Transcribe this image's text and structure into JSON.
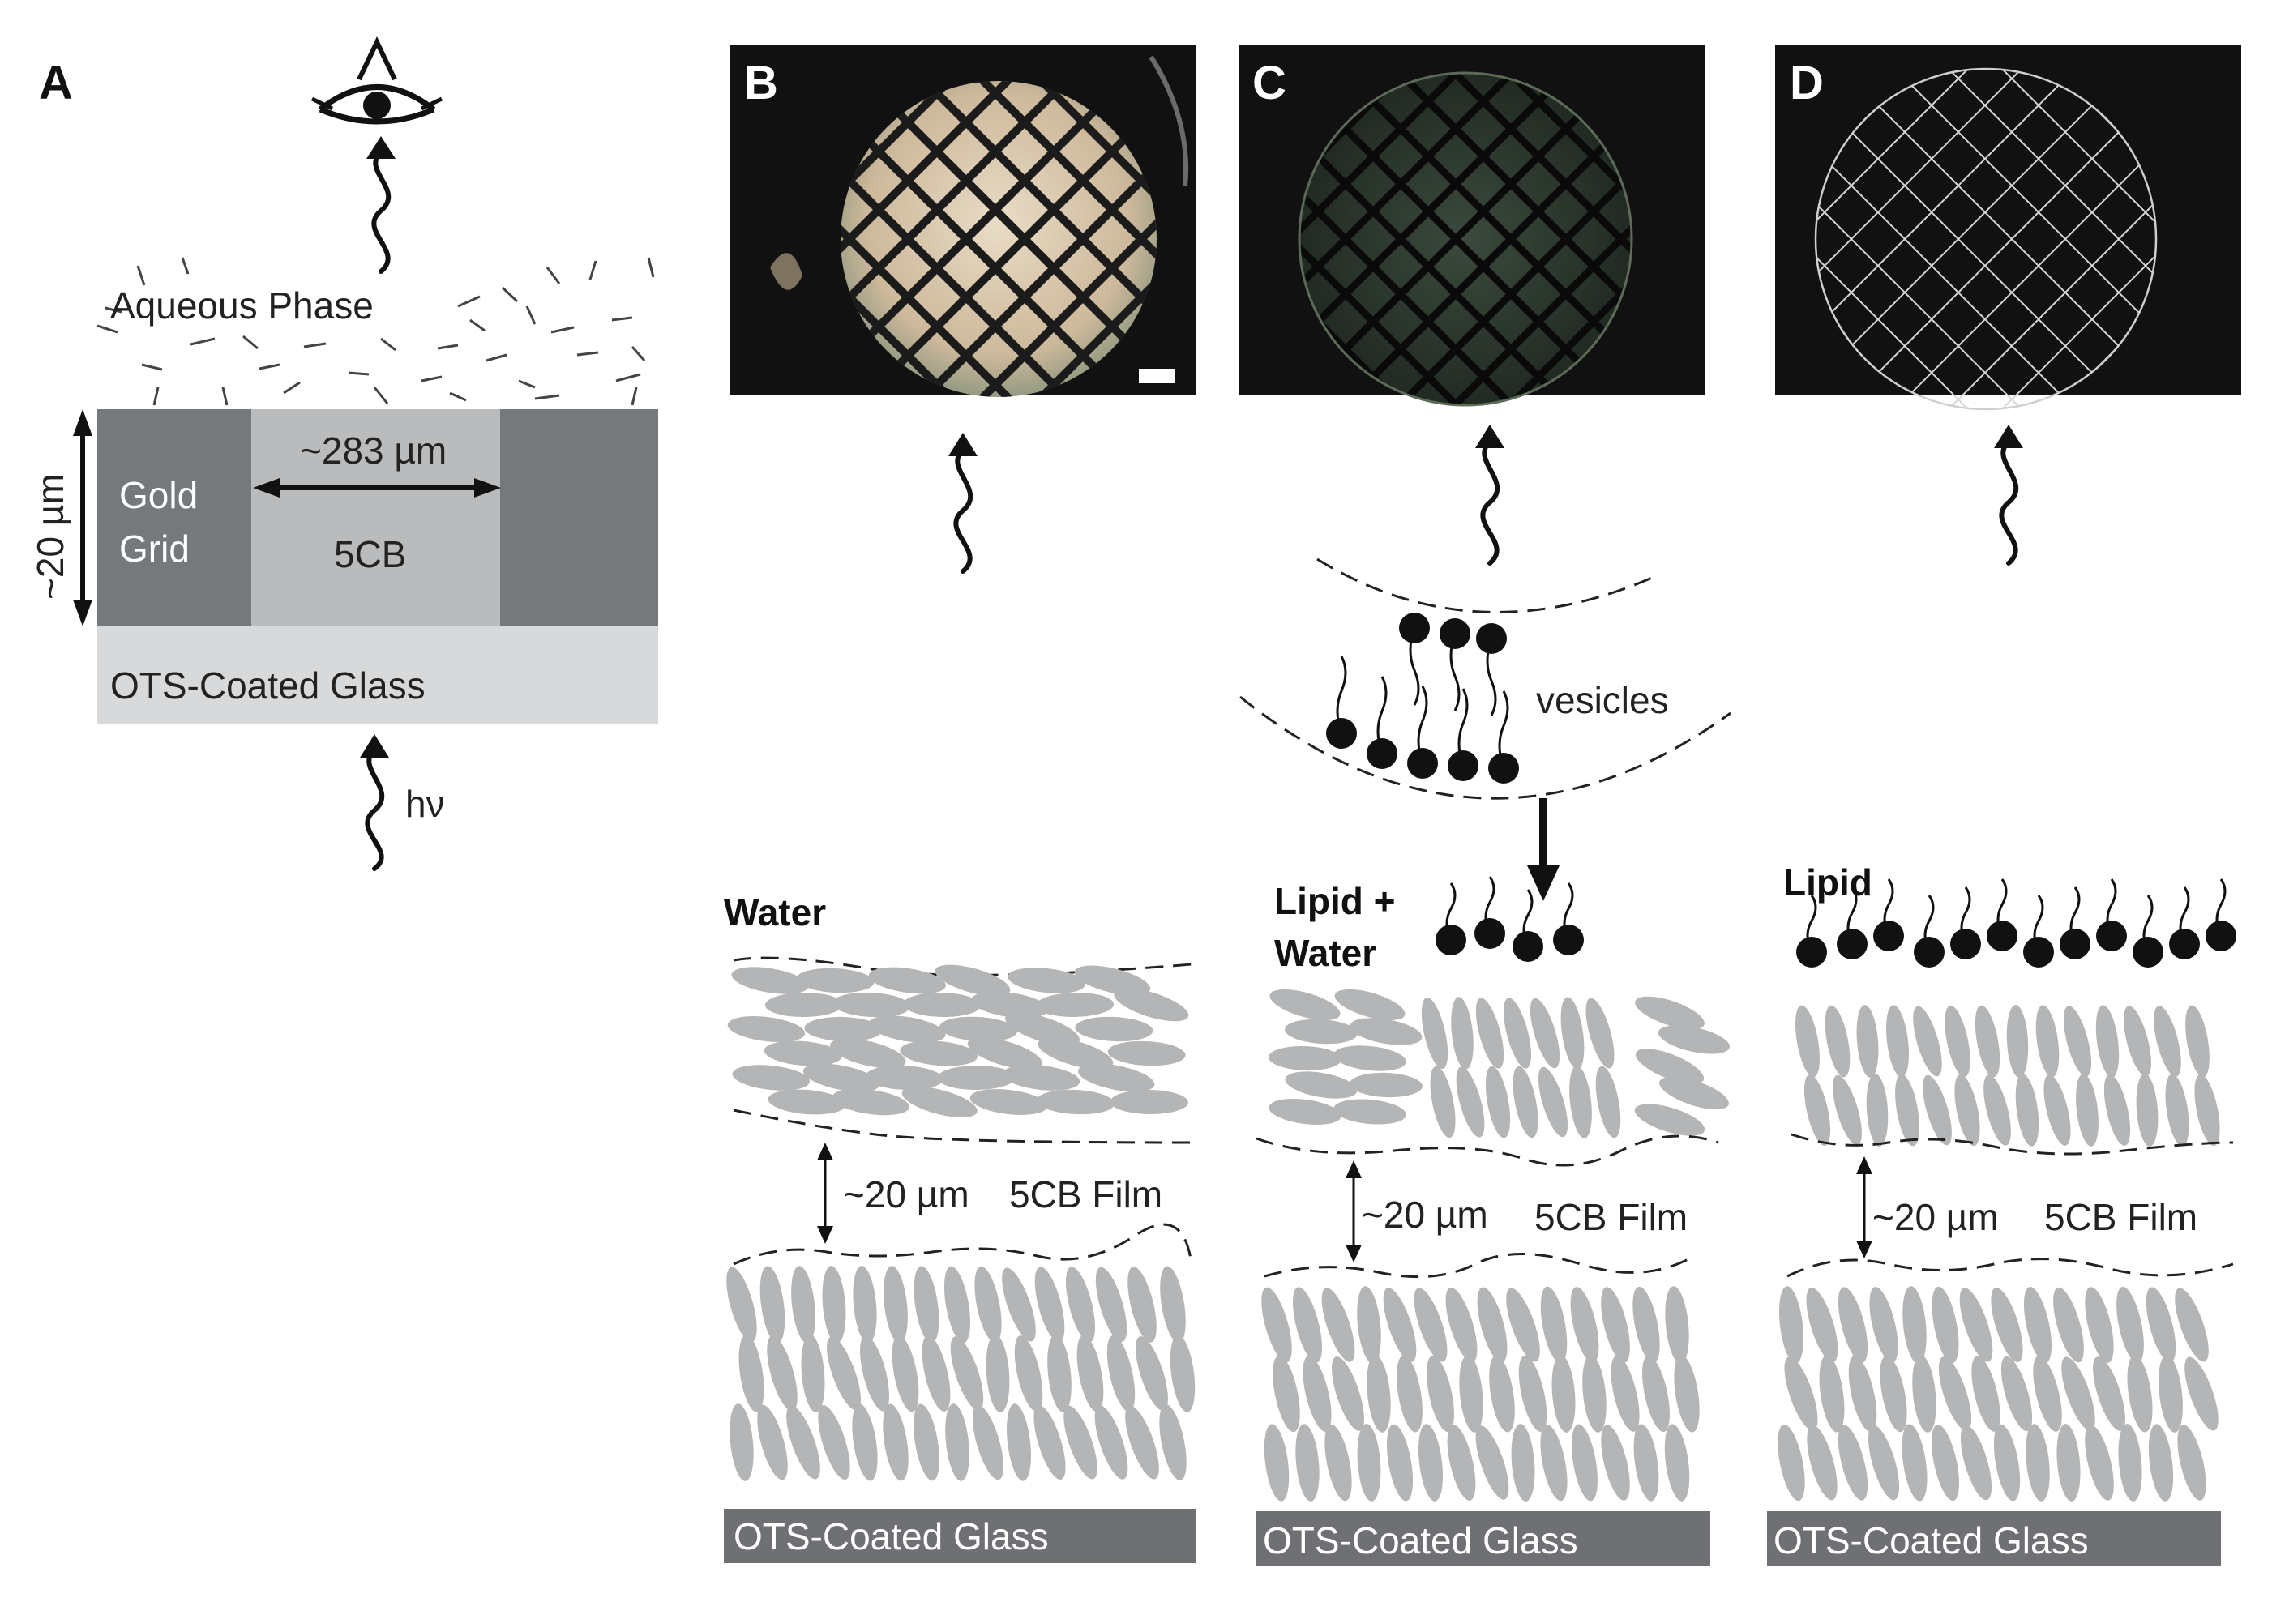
{
  "panels": {
    "A": {
      "letter": "A",
      "aqueous_phase": "Aqueous Phase",
      "width_label": "~283 µm",
      "height_label": "~20 µm",
      "gold_grid_line1": "Gold",
      "gold_grid_line2": "Grid",
      "lc_label": "5CB",
      "glass_label": "OTS-Coated Glass",
      "light_label": "hν"
    },
    "B": {
      "letter": "B",
      "surface_label": "Water",
      "thickness_label": "~20 µm",
      "film_label": "5CB Film",
      "glass_label": "OTS-Coated Glass"
    },
    "C": {
      "letter": "C",
      "surface_label_line1": "Lipid +",
      "surface_label_line2": "Water",
      "vesicle_label": "vesicles",
      "thickness_label": "~20 µm",
      "film_label": "5CB Film",
      "glass_label": "OTS-Coated Glass"
    },
    "D": {
      "letter": "D",
      "surface_label": "Lipid",
      "thickness_label": "~20 µm",
      "film_label": "5CB Film",
      "glass_label": "OTS-Coated Glass"
    }
  },
  "colors": {
    "gold_grid": "#76797c",
    "lc": "#b9bbbd",
    "glass_light": "#d8d9da",
    "glass_bar": "#6e7073",
    "molecule": "#b3b5b7",
    "micrograph_bg": "#111111"
  }
}
